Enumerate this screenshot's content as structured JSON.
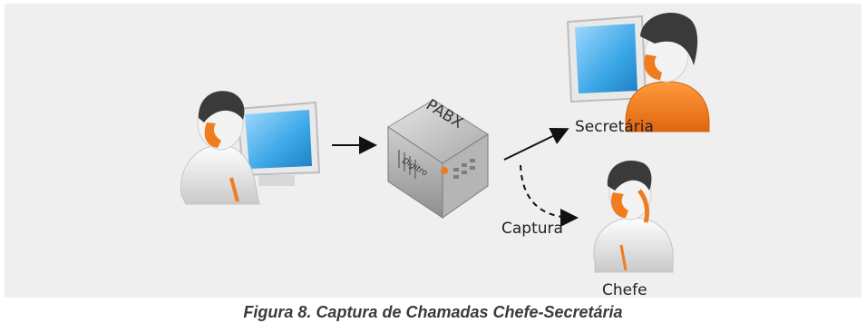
{
  "diagram": {
    "pabx_label": "PABX",
    "pabx_brand": "Digitro",
    "secretaria_label": "Secretária",
    "chefe_label": "Chefe",
    "captura_label": "Captura",
    "caption": "Figura 8. Captura de Chamadas Chefe-Secretária"
  },
  "colors": {
    "background": "#efefef",
    "orange": "#f07c1e",
    "screen_blue": "#3aa7e6",
    "hair": "#3a3a3a"
  }
}
